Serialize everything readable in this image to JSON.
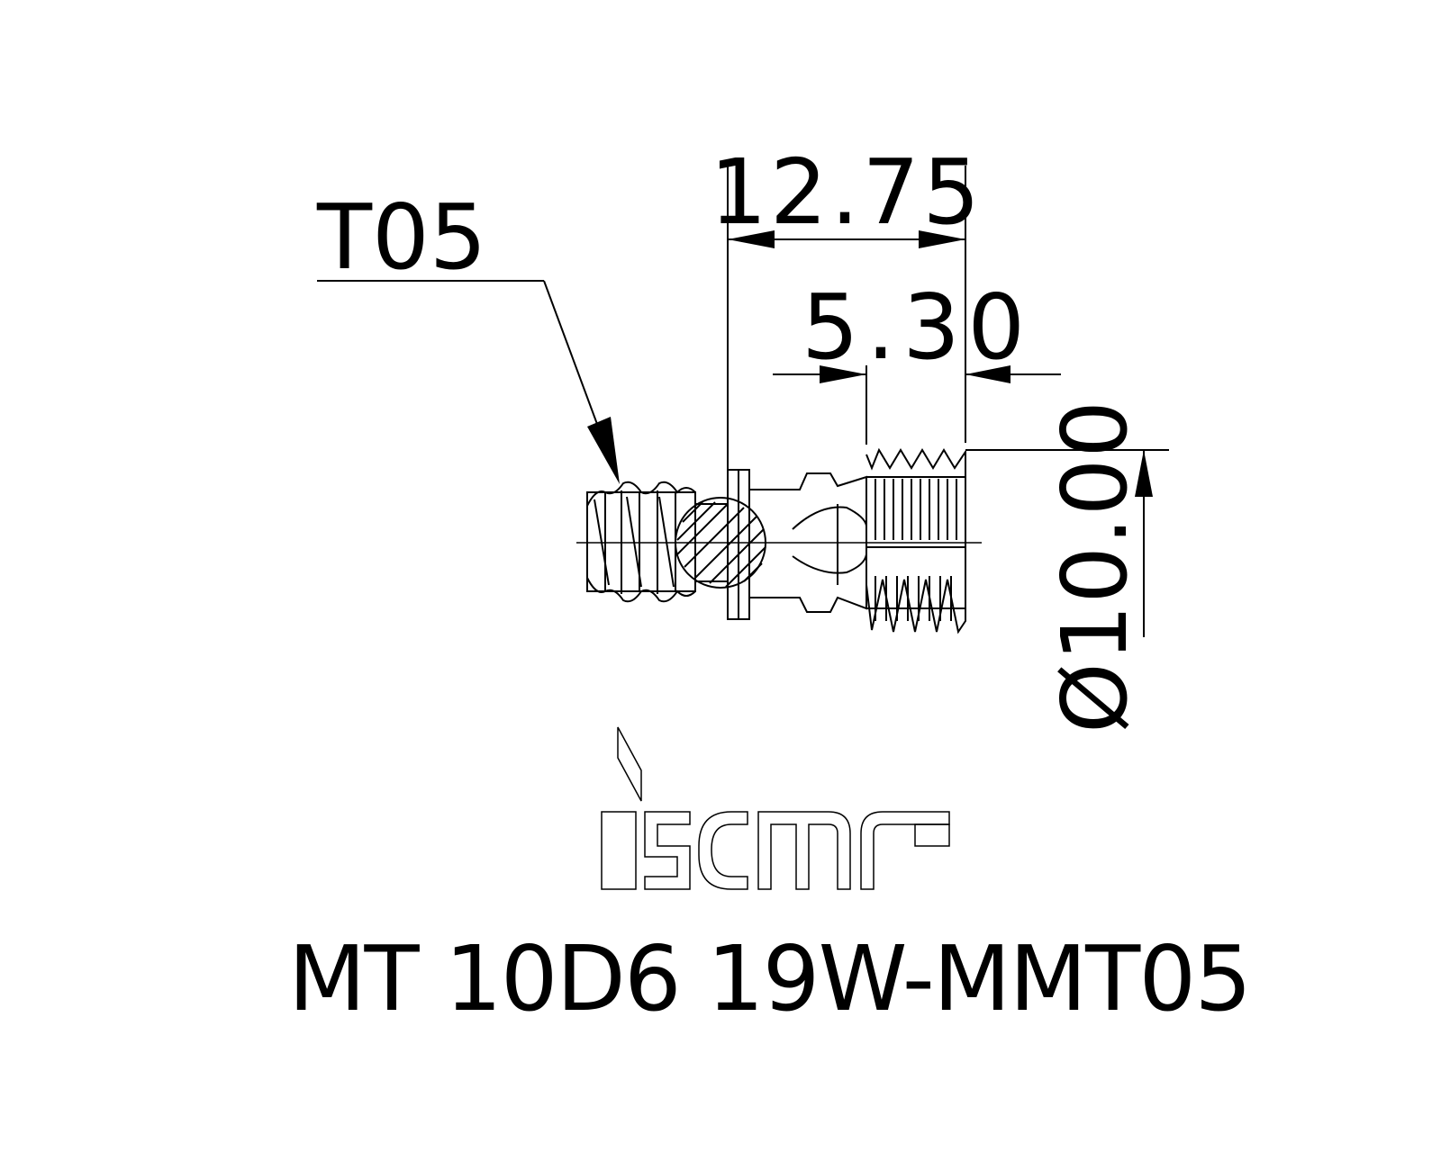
{
  "drawing": {
    "leader_label": "T05",
    "dim_length": "12.75",
    "dim_thread_length": "5.30",
    "dim_diameter": "Ø10.00",
    "part_number": "MT 10D6 19W-MMT05",
    "logo_text": "iscar"
  },
  "colors": {
    "line": "#000000",
    "background": "#ffffff"
  }
}
